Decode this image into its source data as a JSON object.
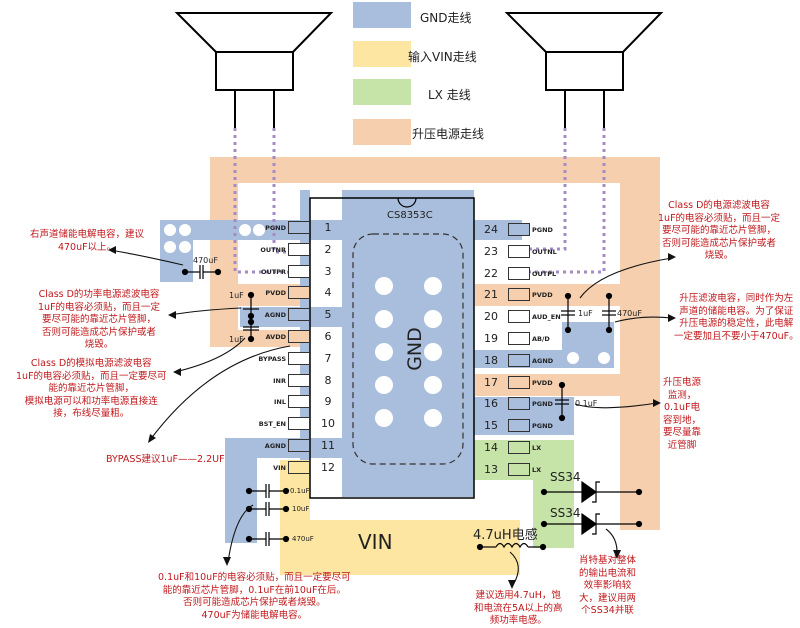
{
  "legend": [
    {
      "label": "GND走线",
      "color": "#a9bedd"
    },
    {
      "label": "输入VIN走线",
      "color": "#fde6a2"
    },
    {
      "label": "LX 走线",
      "color": "#c6e3a8"
    },
    {
      "label": "升压电源走线",
      "color": "#f6cfae"
    }
  ],
  "chip": {
    "name": "CS8353C",
    "pad_label": "GND",
    "left_pins": [
      {
        "num": "1",
        "name": "PGND"
      },
      {
        "num": "2",
        "name": "OUTNR"
      },
      {
        "num": "3",
        "name": "OUTPR"
      },
      {
        "num": "4",
        "name": "PVDD"
      },
      {
        "num": "5",
        "name": "AGND"
      },
      {
        "num": "6",
        "name": "AVDD"
      },
      {
        "num": "7",
        "name": "BYPASS"
      },
      {
        "num": "8",
        "name": "INR"
      },
      {
        "num": "9",
        "name": "INL"
      },
      {
        "num": "10",
        "name": "BST_EN"
      },
      {
        "num": "11",
        "name": "AGND"
      },
      {
        "num": "12",
        "name": "VIN"
      }
    ],
    "right_pins": [
      {
        "num": "24",
        "name": "PGND"
      },
      {
        "num": "23",
        "name": "OUTNL"
      },
      {
        "num": "22",
        "name": "OUTPL"
      },
      {
        "num": "21",
        "name": "PVDD"
      },
      {
        "num": "20",
        "name": "AUD_EN"
      },
      {
        "num": "19",
        "name": "AB/D"
      },
      {
        "num": "18",
        "name": "AGND"
      },
      {
        "num": "17",
        "name": "PVDD"
      },
      {
        "num": "16",
        "name": "PGND"
      },
      {
        "num": "15",
        "name": "PGND"
      },
      {
        "num": "14",
        "name": "LX"
      },
      {
        "num": "13",
        "name": "LX"
      }
    ]
  },
  "components": {
    "cap_470uf_right": "470uF",
    "cap_pvdd": "1uF",
    "cap_avdd": "1uF",
    "cap_right_1uf": "1uF",
    "cap_right_470uf": "470uF",
    "cap_right_01uf": "0.1uF",
    "cap_vin_01uf": "0.1uF",
    "cap_vin_10uf": "10uF",
    "cap_vin_470uf": "470uF",
    "vin_label": "VIN",
    "inductor_label": "4.7uH电感",
    "diode1_label": "SS34",
    "diode2_label": "SS34"
  },
  "notes": {
    "right_channel_cap": [
      "右声道储能电解电容，建议",
      "470uF以上。"
    ],
    "power_filter_cap_left": [
      "Class D的功率电源滤波电容",
      "1uF的电容必须贴，而且一定",
      "要尽可能的靠近芯片管脚，",
      "否则可能造成芯片保护或者",
      "烧毁。"
    ],
    "analog_filter_cap": [
      "Class D的模拟电源滤波电容",
      "1uF的电容必须贴，而且一定要尽可",
      "能的靠近芯片管脚，",
      "模拟电源可以和功率电源直接连",
      "接，布线尽量粗。"
    ],
    "bypass": [
      "BYPASS建议1uF——2.2UF"
    ],
    "power_filter_cap_right": [
      "Class D的电源滤波电容",
      "1uF的电容必须贴，而且一定",
      "要尽可能的靠近芯片管脚，",
      "否则可能造成芯片保护或者",
      "烧毁。"
    ],
    "boost_filter_cap": [
      "升压滤波电容，同时作为左",
      "声道的储能电容。为了保证",
      "升压电源的稳定性，此电解",
      "一定要加且不要小于470uF。"
    ],
    "boost_monitor": [
      "升压电源",
      "监测，",
      "0.1uF电",
      "容到地，",
      "要尽量靠",
      "近管脚"
    ],
    "vin_caps": [
      "0.1uF和10uF的电容必须贴，而且一定要尽可",
      "能的靠近芯片管脚，0.1uF在前10uF在后。",
      "否则可能造成芯片保护或者烧毁。",
      "470uF为储能电解电容。"
    ],
    "inductor": [
      "建议选用4.7uH，饱",
      "和电流在5A以上的高",
      "频功率电感。"
    ],
    "diode": [
      "肖特基对整体",
      "的输出电流和",
      "效率影响较",
      "大，建议用两",
      "个SS34并联"
    ]
  }
}
